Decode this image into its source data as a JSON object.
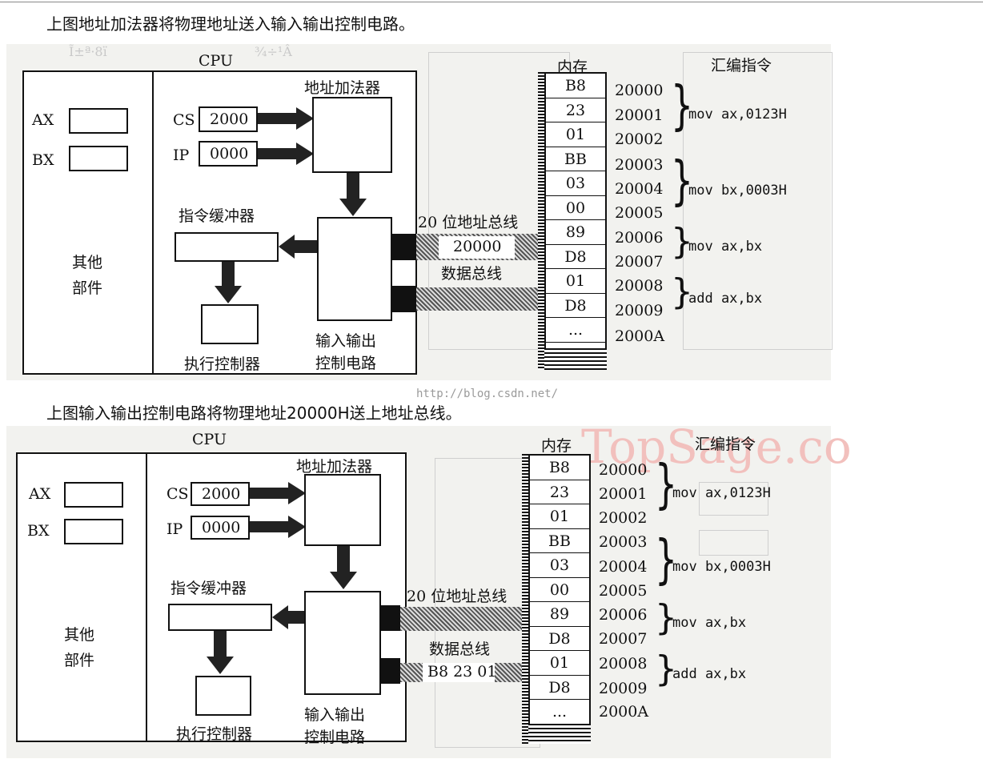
{
  "captions": {
    "first": "上图地址加法器将物理地址送入输入输出控制电路。",
    "second": "上图输入输出控制电路将物理地址20000H送上地址总线。"
  },
  "url_watermark": "http://blog.csdn.net/",
  "brand_watermark": "TopSage.co",
  "diagram1": {
    "cpu_label": "CPU",
    "registers": {
      "ax": "AX",
      "bx": "BX",
      "cs": "CS",
      "cs_value": "2000",
      "ip": "IP",
      "ip_value": "0000"
    },
    "adder_label": "地址加法器",
    "buffer_label": "指令缓冲器",
    "other_label_1": "其他",
    "other_label_2": "部件",
    "executor_label": "执行控制器",
    "io_label_1": "输入输出",
    "io_label_2": "控制电路",
    "address_bus_label": "20 位地址总线",
    "address_bus_value": "20000",
    "data_bus_label": "数据总线",
    "data_bus_value": ""
  },
  "diagram2": {
    "cpu_label": "CPU",
    "registers": {
      "ax": "AX",
      "bx": "BX",
      "cs": "CS",
      "cs_value": "2000",
      "ip": "IP",
      "ip_value": "0000"
    },
    "adder_label": "地址加法器",
    "buffer_label": "指令缓冲器",
    "other_label_1": "其他",
    "other_label_2": "部件",
    "executor_label": "执行控制器",
    "io_label_1": "输入输出",
    "io_label_2": "控制电路",
    "address_bus_label": "20 位地址总线",
    "address_bus_value": "",
    "data_bus_label": "数据总线",
    "data_bus_value": "B8 23 01"
  },
  "memory": {
    "title": "内存",
    "cells": [
      "B8",
      "23",
      "01",
      "BB",
      "03",
      "00",
      "89",
      "D8",
      "01",
      "D8",
      "..."
    ],
    "addresses": [
      "20000",
      "20001",
      "20002",
      "20003",
      "20004",
      "20005",
      "20006",
      "20007",
      "20008",
      "20009",
      "2000A"
    ]
  },
  "assembly": {
    "title": "汇编指令",
    "instructions": [
      "mov ax,0123H",
      "mov bx,0003H",
      "mov ax,bx",
      "add ax,bx"
    ]
  }
}
